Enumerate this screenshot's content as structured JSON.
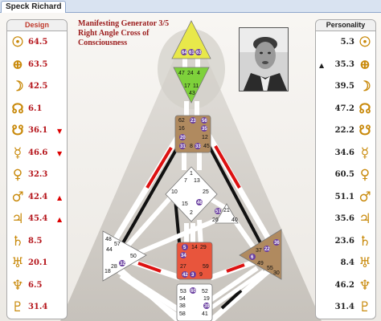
{
  "tab": {
    "label": "Speck Richard"
  },
  "info": {
    "type_profile": "Manifesting Generator 3/5",
    "cross_line1": "Right Angle Cross of",
    "cross_line2": "Consciousness"
  },
  "design": {
    "header": "Design",
    "rows": [
      {
        "planet": "sun",
        "glyph": "☉",
        "value": "64.5",
        "mark": ""
      },
      {
        "planet": "earth",
        "glyph": "⊕",
        "value": "63.5",
        "mark": ""
      },
      {
        "planet": "moon",
        "glyph": "☽",
        "value": "42.5",
        "mark": ""
      },
      {
        "planet": "north-node",
        "glyph": "☊",
        "value": "6.1",
        "mark": ""
      },
      {
        "planet": "south-node",
        "glyph": "☋",
        "value": "36.1",
        "mark": "▼"
      },
      {
        "planet": "mercury",
        "glyph": "☿",
        "value": "46.6",
        "mark": "▼"
      },
      {
        "planet": "venus",
        "glyph": "♀",
        "value": "32.3",
        "mark": ""
      },
      {
        "planet": "mars",
        "glyph": "♂",
        "value": "42.4",
        "mark": "▲"
      },
      {
        "planet": "jupiter",
        "glyph": "♃",
        "value": "45.4",
        "mark": "▲"
      },
      {
        "planet": "saturn",
        "glyph": "♄",
        "value": "8.5",
        "mark": ""
      },
      {
        "planet": "uranus",
        "glyph": "♅",
        "value": "20.1",
        "mark": ""
      },
      {
        "planet": "neptune",
        "glyph": "♆",
        "value": "6.5",
        "mark": ""
      },
      {
        "planet": "pluto",
        "glyph": "♇",
        "value": "31.4",
        "mark": ""
      }
    ]
  },
  "personality": {
    "header": "Personality",
    "rows": [
      {
        "planet": "sun",
        "glyph": "☉",
        "value": "5.3",
        "mark": ""
      },
      {
        "planet": "earth",
        "glyph": "⊕",
        "value": "35.3",
        "mark": "▲"
      },
      {
        "planet": "moon",
        "glyph": "☽",
        "value": "39.5",
        "mark": ""
      },
      {
        "planet": "north-node",
        "glyph": "☊",
        "value": "47.2",
        "mark": ""
      },
      {
        "planet": "south-node",
        "glyph": "☋",
        "value": "22.2",
        "mark": ""
      },
      {
        "planet": "mercury",
        "glyph": "☿",
        "value": "34.6",
        "mark": ""
      },
      {
        "planet": "venus",
        "glyph": "♀",
        "value": "60.5",
        "mark": ""
      },
      {
        "planet": "mars",
        "glyph": "♂",
        "value": "51.1",
        "mark": ""
      },
      {
        "planet": "jupiter",
        "glyph": "♃",
        "value": "35.6",
        "mark": ""
      },
      {
        "planet": "saturn",
        "glyph": "♄",
        "value": "23.6",
        "mark": ""
      },
      {
        "planet": "uranus",
        "glyph": "♅",
        "value": "8.4",
        "mark": ""
      },
      {
        "planet": "neptune",
        "glyph": "♆",
        "value": "46.2",
        "mark": ""
      },
      {
        "planet": "pluto",
        "glyph": "♇",
        "value": "31.4",
        "mark": ""
      }
    ]
  },
  "bodygraph": {
    "colors": {
      "head": "#e8e84a",
      "ajna": "#7ed13b",
      "throat": "#b08a5f",
      "g": "#ffffff",
      "heart": "#ffffff",
      "sacral": "#e8553c",
      "spleen": "#ffffff",
      "solar_plexus": "#b08a5f",
      "root": "#ffffff",
      "design_channel": "#d11",
      "personality_channel": "#111",
      "planet_badge": "#6a3fa0"
    },
    "head": {
      "gates": [
        "64",
        "61",
        "63"
      ]
    },
    "ajna": {
      "gates": [
        "47",
        "24",
        "4",
        "17",
        "11",
        "43"
      ]
    },
    "throat": {
      "gates": [
        "62",
        "23",
        "56",
        "16",
        "35",
        "20",
        "31",
        "8",
        "33",
        "12",
        "45"
      ]
    },
    "g": {
      "gates": [
        "1",
        "7",
        "13",
        "10",
        "15",
        "46",
        "2",
        "25"
      ]
    },
    "heart": {
      "gates": [
        "21",
        "51",
        "26",
        "40"
      ]
    },
    "sacral": {
      "gates": [
        "5",
        "14",
        "29",
        "34",
        "27",
        "59",
        "42",
        "3",
        "9"
      ]
    },
    "spleen": {
      "gates": [
        "48",
        "57",
        "44",
        "50",
        "32",
        "28",
        "18"
      ]
    },
    "solar_plexus": {
      "gates": [
        "36",
        "22",
        "37",
        "6",
        "49",
        "55",
        "30"
      ]
    },
    "root": {
      "gates": [
        "53",
        "60",
        "52",
        "54",
        "19",
        "38",
        "39",
        "58",
        "41"
      ]
    }
  }
}
